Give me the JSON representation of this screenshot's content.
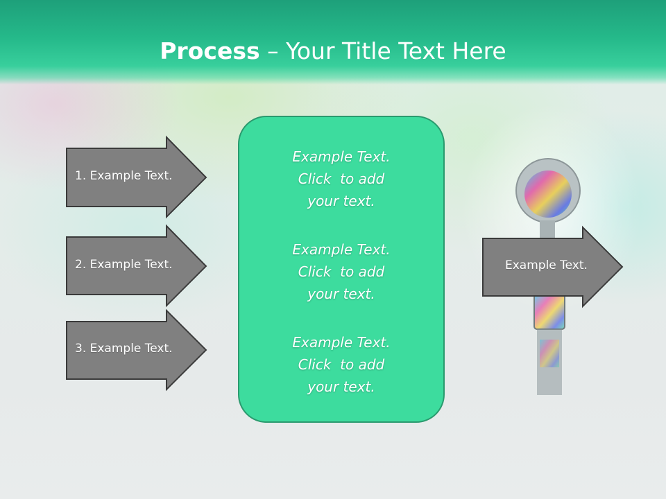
{
  "slide": {
    "title_bold": "Process",
    "title_rest": " – Your Title Text Here"
  },
  "left_arrows": [
    {
      "label": "1. Example Text."
    },
    {
      "label": "2. Example Text."
    },
    {
      "label": "3. Example Text."
    }
  ],
  "center_box": {
    "paragraphs": [
      {
        "line1": "Example Text.",
        "line2": "Click  to add",
        "line3": "your text."
      },
      {
        "line1": "Example Text.",
        "line2": "Click  to add",
        "line3": "your text."
      },
      {
        "line1": "Example Text.",
        "line2": "Click  to add",
        "line3": "your text."
      }
    ]
  },
  "right_arrow": {
    "label": "Example Text."
  },
  "colors": {
    "accent_green": "#3ddc9e",
    "arrow_fill": "#808080",
    "arrow_stroke": "#3a3a3a",
    "box_stroke": "#2a9a6e"
  }
}
